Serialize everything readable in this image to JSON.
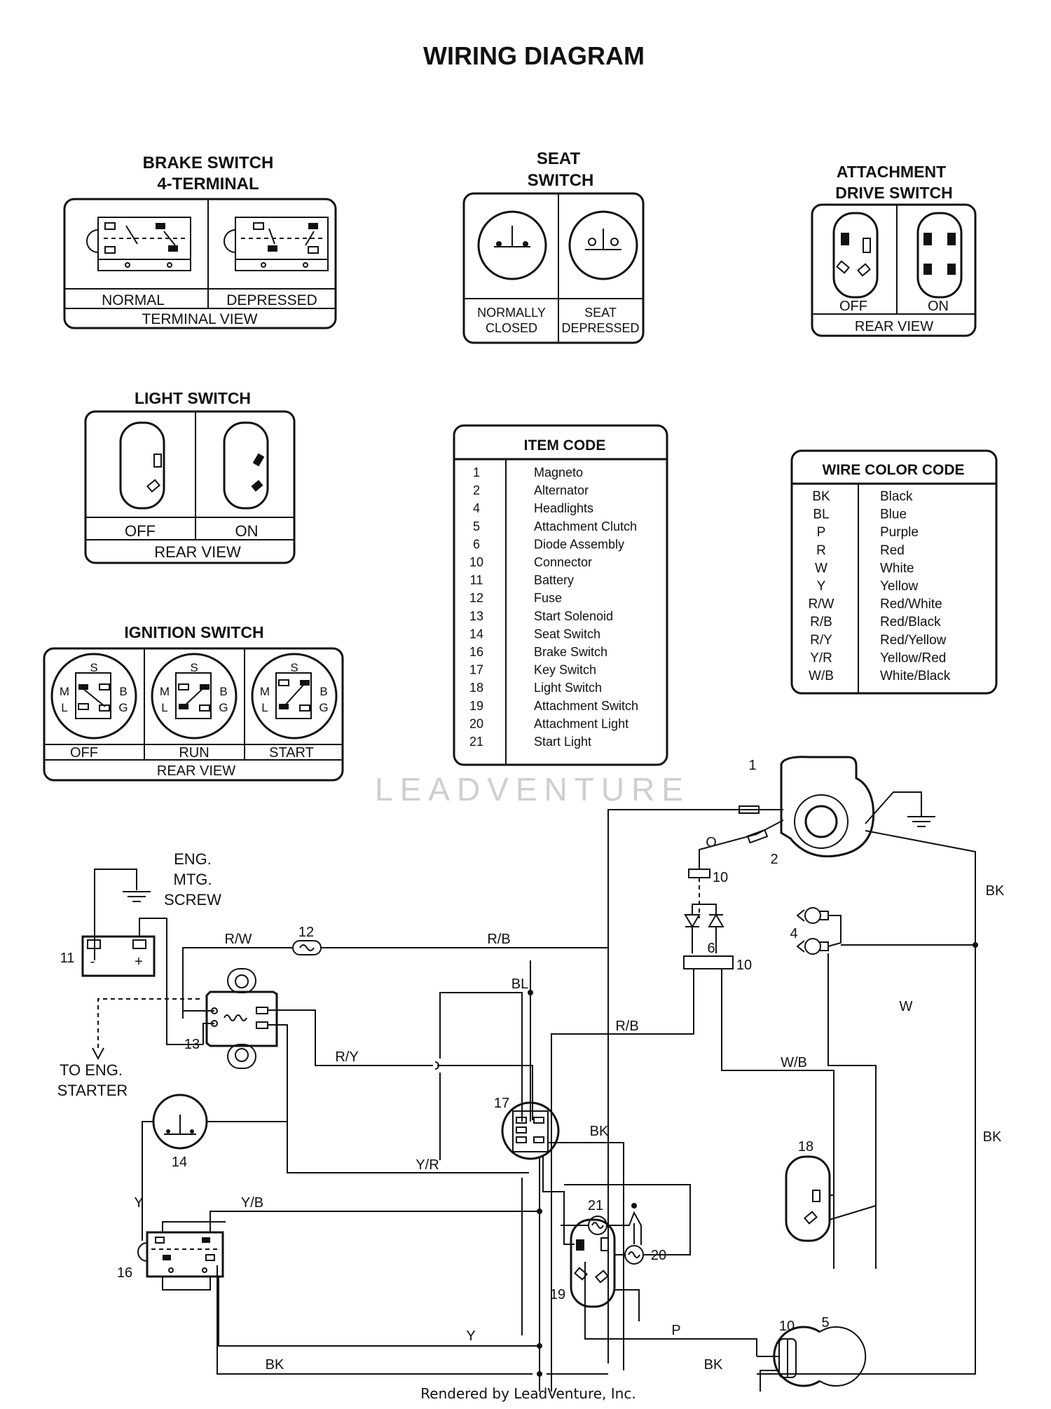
{
  "title": "WIRING DIAGRAM",
  "watermark": "LEADVENTURE",
  "footer": "Rendered by LeadVenture, Inc.",
  "brake_switch": {
    "title_line1": "BRAKE SWITCH",
    "title_line2": "4-TERMINAL",
    "state_normal": "NORMAL",
    "state_depressed": "DEPRESSED",
    "view": "TERMINAL VIEW"
  },
  "seat_switch": {
    "title_line1": "SEAT",
    "title_line2": "SWITCH",
    "state1_line1": "NORMALLY",
    "state1_line2": "CLOSED",
    "state2_line1": "SEAT",
    "state2_line2": "DEPRESSED"
  },
  "attachment_switch": {
    "title_line1": "ATTACHMENT",
    "title_line2": "DRIVE SWITCH",
    "state_off": "OFF",
    "state_on": "ON",
    "view": "REAR VIEW"
  },
  "light_switch": {
    "title": "LIGHT SWITCH",
    "state_off": "OFF",
    "state_on": "ON",
    "view": "REAR VIEW"
  },
  "ignition_switch": {
    "title": "IGNITION SWITCH",
    "terminals": [
      "S",
      "M",
      "B",
      "L",
      "G"
    ],
    "state_off": "OFF",
    "state_run": "RUN",
    "state_start": "START",
    "view": "REAR VIEW"
  },
  "item_code": {
    "title": "ITEM CODE",
    "items": [
      {
        "code": "1",
        "name": "Magneto"
      },
      {
        "code": "2",
        "name": "Alternator"
      },
      {
        "code": "4",
        "name": "Headlights"
      },
      {
        "code": "5",
        "name": "Attachment Clutch"
      },
      {
        "code": "6",
        "name": "Diode Assembly"
      },
      {
        "code": "10",
        "name": "Connector"
      },
      {
        "code": "11",
        "name": "Battery"
      },
      {
        "code": "12",
        "name": "Fuse"
      },
      {
        "code": "13",
        "name": "Start Solenoid"
      },
      {
        "code": "14",
        "name": "Seat Switch"
      },
      {
        "code": "16",
        "name": "Brake Switch"
      },
      {
        "code": "17",
        "name": "Key Switch"
      },
      {
        "code": "18",
        "name": "Light Switch"
      },
      {
        "code": "19",
        "name": "Attachment Switch"
      },
      {
        "code": "20",
        "name": "Attachment Light"
      },
      {
        "code": "21",
        "name": "Start Light"
      }
    ]
  },
  "wire_color_code": {
    "title": "WIRE COLOR CODE",
    "items": [
      {
        "code": "BK",
        "name": "Black"
      },
      {
        "code": "BL",
        "name": "Blue"
      },
      {
        "code": "P",
        "name": "Purple"
      },
      {
        "code": "R",
        "name": "Red"
      },
      {
        "code": "W",
        "name": "White"
      },
      {
        "code": "Y",
        "name": "Yellow"
      },
      {
        "code": "R/W",
        "name": "Red/White"
      },
      {
        "code": "R/B",
        "name": "Red/Black"
      },
      {
        "code": "R/Y",
        "name": "Red/Yellow"
      },
      {
        "code": "Y/R",
        "name": "Yellow/Red"
      },
      {
        "code": "W/B",
        "name": "White/Black"
      }
    ]
  },
  "schematic": {
    "eng_line1": "ENG.",
    "eng_line2": "MTG.",
    "eng_line3": "SCREW",
    "to_starter_line1": "TO ENG.",
    "to_starter_line2": "STARTER",
    "battery_minus": "-",
    "battery_plus": "+",
    "wire_labels": {
      "rw": "R/W",
      "rb_top": "R/B",
      "bl": "BL",
      "o": "O",
      "rb_mid": "R/B",
      "ry": "R/Y",
      "wb": "W/B",
      "w": "W",
      "bk_right_top": "BK",
      "bk_right_mid": "BK",
      "bk_17": "BK",
      "yr": "Y/R",
      "yb": "Y/B",
      "y_left": "Y",
      "y_bottom": "Y",
      "p": "P",
      "bk_bottom_left": "BK",
      "bk_bottom_mid": "BK"
    },
    "item_labels": {
      "n1": "1",
      "n2": "2",
      "n4": "4",
      "n5": "5",
      "n6": "6",
      "n10a": "10",
      "n10b": "10",
      "n10c": "10",
      "n11": "11",
      "n12": "12",
      "n13": "13",
      "n14": "14",
      "n16": "16",
      "n17": "17",
      "n18": "18",
      "n19": "19",
      "n20": "20",
      "n21": "21"
    }
  }
}
